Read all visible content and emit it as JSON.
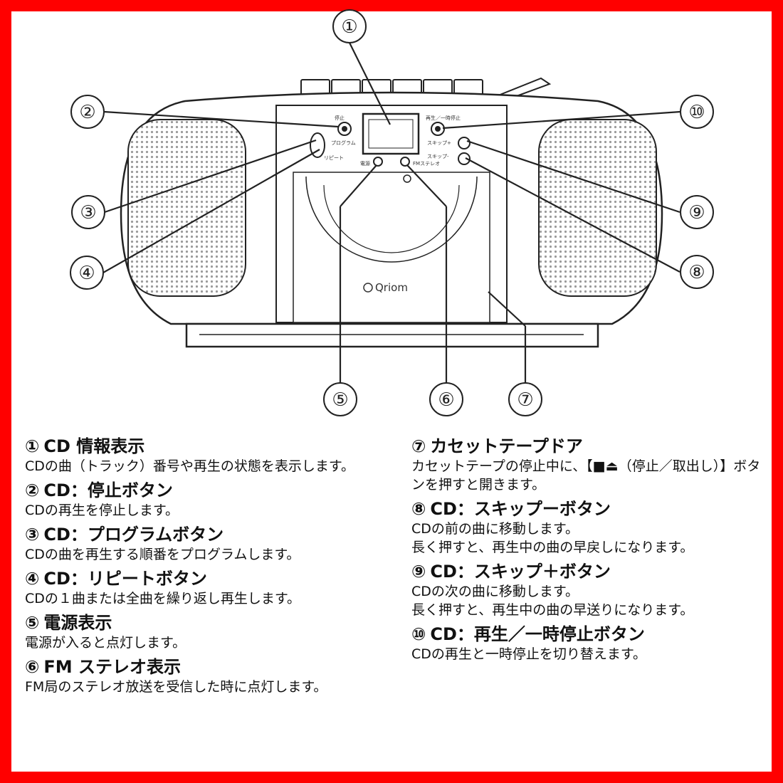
{
  "diagram": {
    "callouts": [
      "①",
      "②",
      "③",
      "④",
      "⑤",
      "⑥",
      "⑦",
      "⑧",
      "⑨",
      "⑩"
    ],
    "brand": "Qriom",
    "panel_labels": {
      "stop": "停止",
      "program": "プログラム",
      "repeat": "リピート",
      "power": "電源",
      "fm_stereo": "FMステレオ",
      "play_pause": "再生／一時停止",
      "skip_plus": "スキップ+",
      "skip_minus": "スキップ-"
    }
  },
  "items_left": [
    {
      "num": "①",
      "title": "CD 情報表示",
      "desc": "CDの曲（トラック）番号や再生の状態を表示します。"
    },
    {
      "num": "②",
      "title": "CD：停止ボタン",
      "desc": "CDの再生を停止します。"
    },
    {
      "num": "③",
      "title": "CD：プログラムボタン",
      "desc": "CDの曲を再生する順番をプログラムします。"
    },
    {
      "num": "④",
      "title": "CD：リピートボタン",
      "desc": "CDの１曲または全曲を繰り返し再生します。"
    },
    {
      "num": "⑤",
      "title": "電源表示",
      "desc": "電源が入ると点灯します。"
    },
    {
      "num": "⑥",
      "title": "FM ステレオ表示",
      "desc": "FM局のステレオ放送を受信した時に点灯します。"
    }
  ],
  "items_right": [
    {
      "num": "⑦",
      "title": "カセットテープドア",
      "desc": "カセットテープの停止中に、【■⏏（停止／取出し）】ボタンを押すと開きます。"
    },
    {
      "num": "⑧",
      "title": "CD：スキップーボタン",
      "desc": "CDの前の曲に移動します。",
      "desc2": "長く押すと、再生中の曲の早戻しになります。"
    },
    {
      "num": "⑨",
      "title": "CD：スキップ＋ボタン",
      "desc": "CDの次の曲に移動します。",
      "desc2": "長く押すと、再生中の曲の早送りになります。"
    },
    {
      "num": "⑩",
      "title": "CD：再生／一時停止ボタン",
      "desc": "CDの再生と一時停止を切り替えます。"
    }
  ],
  "colors": {
    "border": "#ff0000",
    "line": "#222222"
  }
}
